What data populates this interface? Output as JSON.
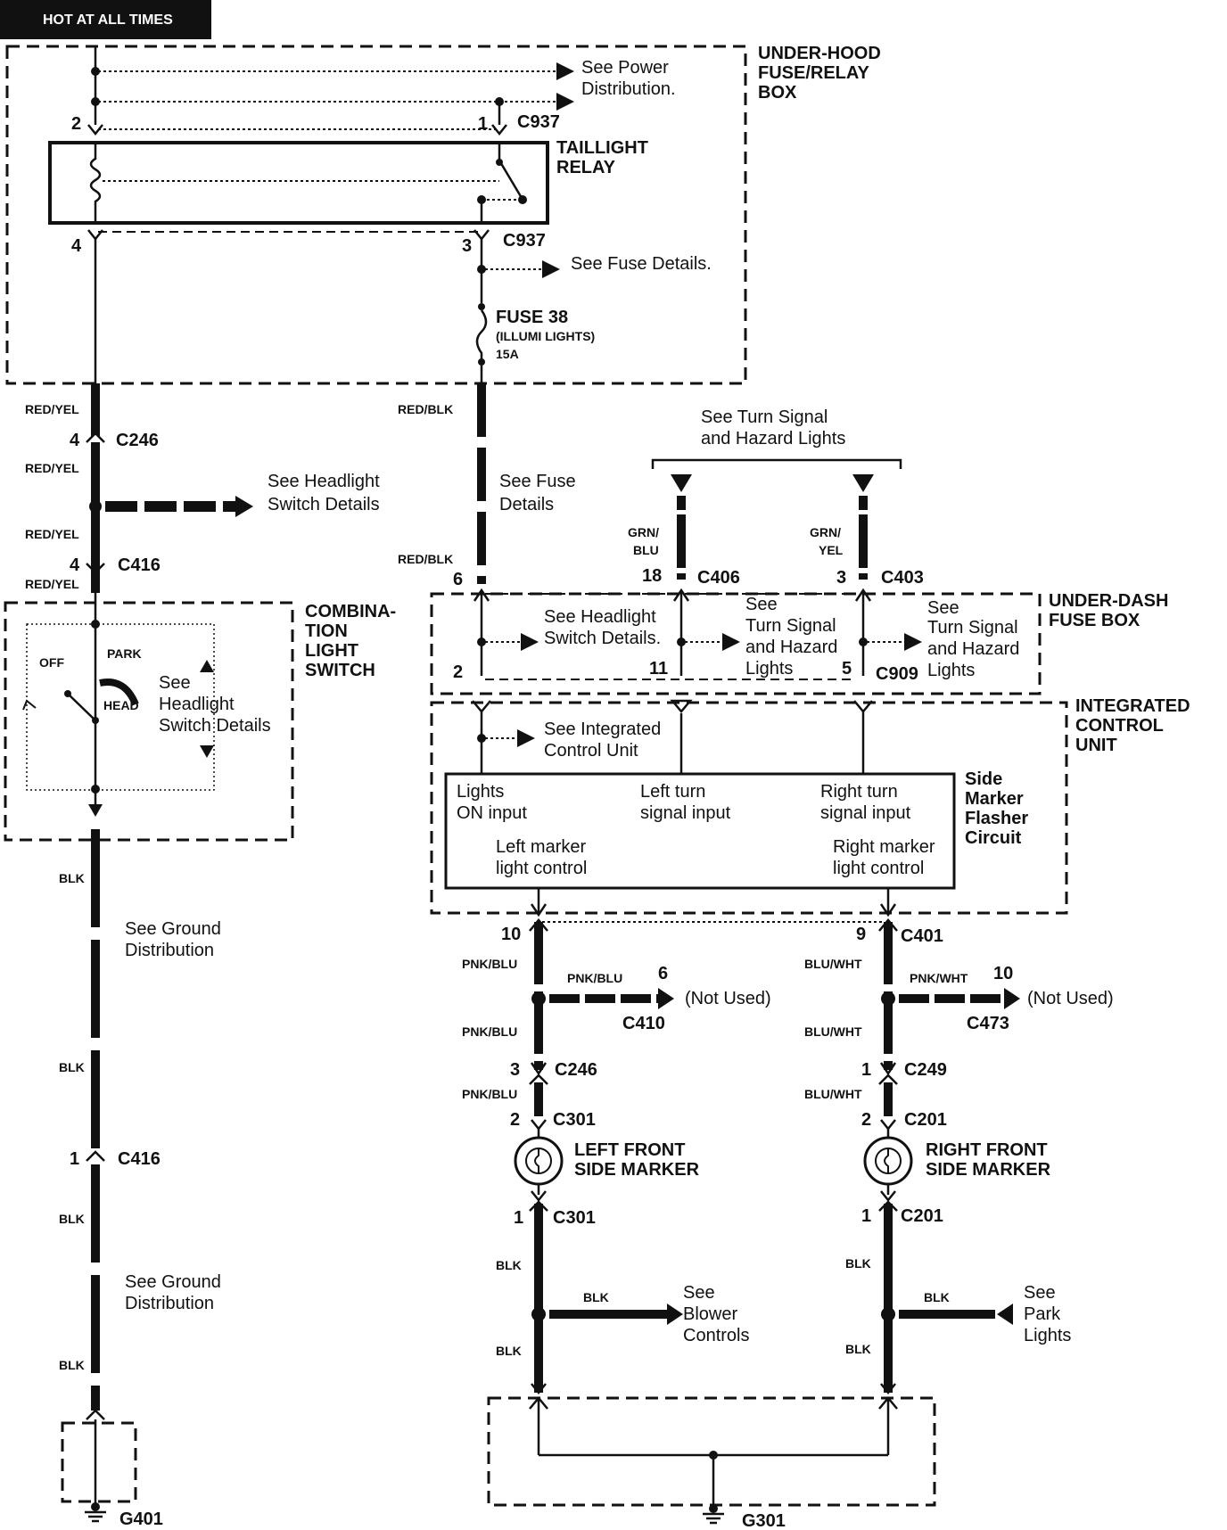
{
  "header": {
    "label": "HOT AT ALL TIMES"
  },
  "boxes": {
    "under_hood": [
      "UNDER-HOOD",
      "FUSE/RELAY",
      "BOX"
    ],
    "taillight_relay": [
      "TAILLIGHT",
      "RELAY"
    ],
    "combination_switch": [
      "COMBINA-",
      "TION",
      "LIGHT",
      "SWITCH"
    ],
    "under_dash": [
      "UNDER-DASH",
      "FUSE BOX"
    ],
    "icu": [
      "INTEGRATED",
      "CONTROL",
      "UNIT"
    ],
    "flasher": [
      "Side",
      "Marker",
      "Flasher",
      "Circuit"
    ]
  },
  "fuse": {
    "name": "FUSE 38",
    "desc": "(ILLUMI LIGHTS)",
    "rating": "15A"
  },
  "refs": {
    "power_dist": [
      "See Power",
      "Distribution."
    ],
    "fuse_details_1": "See Fuse Details.",
    "fuse_details_2": [
      "See Fuse",
      "Details"
    ],
    "headlight_1": [
      "See Headlight",
      "Switch Details"
    ],
    "headlight_2": [
      "See Headlight",
      "Switch Details."
    ],
    "headlight_3": [
      "See",
      "Headlight",
      "Switch Details"
    ],
    "turn_hazard_top": [
      "See Turn Signal",
      "and Hazard Lights"
    ],
    "turn_hazard_a": [
      "See",
      "Turn Signal",
      "and Hazard",
      "Lights"
    ],
    "turn_hazard_b": [
      "See",
      "Turn Signal",
      "and Hazard",
      "Lights"
    ],
    "icu_ref": [
      "See Integrated",
      "Control Unit"
    ],
    "ground_1": [
      "See Ground",
      "Distribution"
    ],
    "ground_2": [
      "See Ground",
      "Distribution"
    ],
    "blower": [
      "See",
      "Blower",
      "Controls"
    ],
    "park": [
      "See",
      "Park",
      "Lights"
    ],
    "not_used": "(Not Used)"
  },
  "icu_labels": {
    "lights_on": [
      "Lights",
      "ON input"
    ],
    "left_turn": [
      "Left turn",
      "signal input"
    ],
    "right_turn": [
      "Right turn",
      "signal input"
    ],
    "left_marker": [
      "Left  marker",
      "light control"
    ],
    "right_marker": [
      "Right marker",
      "light control"
    ]
  },
  "switch_labels": {
    "off": "OFF",
    "park": "PARK",
    "head": "HEAD"
  },
  "components": {
    "left_marker": [
      "LEFT FRONT",
      "SIDE MARKER"
    ],
    "right_marker": [
      "RIGHT FRONT",
      "SIDE MARKER"
    ]
  },
  "grounds": {
    "left": "G401",
    "right": "G301"
  },
  "connectors": {
    "c937": "C937",
    "c246": "C246",
    "c416": "C416",
    "c406": "C406",
    "c403": "C403",
    "c909": "C909",
    "c401": "C401",
    "c410": "C410",
    "c473": "C473",
    "c249": "C249",
    "c301": "C301",
    "c201": "C201"
  },
  "wires": {
    "red_yel": "RED/YEL",
    "red_blk": "RED/BLK",
    "grn_blu": [
      "GRN/",
      "BLU"
    ],
    "grn_yel": [
      "GRN/",
      "YEL"
    ],
    "blk": "BLK",
    "pnk_blu": "PNK/BLU",
    "blu_wht": "BLU/WHT",
    "pnk_wht": "PNK/WHT"
  },
  "pins": {
    "p1": "1",
    "p2": "2",
    "p3": "3",
    "p4": "4",
    "p5": "5",
    "p6": "6",
    "p9": "9",
    "p10": "10",
    "p11": "11",
    "p18": "18"
  },
  "colors": {
    "ink": "#111111",
    "background": "#ffffff",
    "header_bg": "#111111"
  }
}
